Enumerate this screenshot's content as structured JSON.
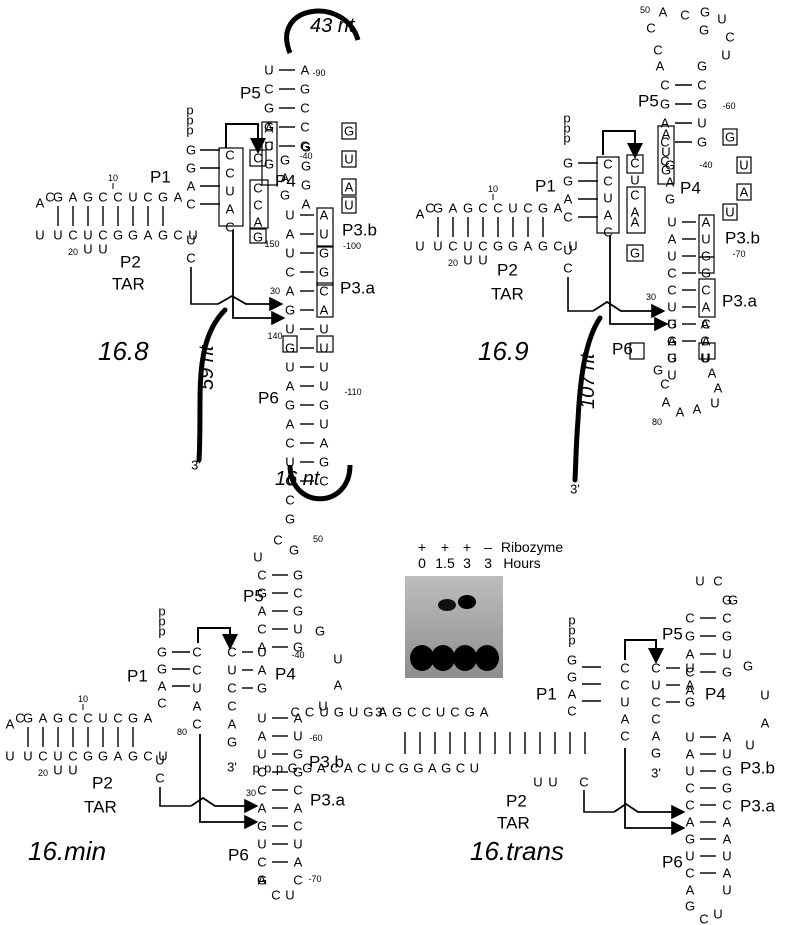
{
  "panels": [
    {
      "id": "16.8",
      "title": "16.8",
      "helices": [
        "P5",
        "P1",
        "P4",
        "P3.b",
        "P3.a",
        "P6",
        "P2",
        "TAR"
      ],
      "loops": [
        "43 nt",
        "16 nt",
        "59 nt"
      ],
      "numbers": [
        "10",
        "20",
        "30",
        "-40",
        "-90",
        "-100",
        "140",
        "150",
        "-110"
      ],
      "ends": [
        "3'"
      ]
    },
    {
      "id": "16.9",
      "title": "16.9",
      "helices": [
        "P5",
        "P1",
        "P4",
        "P3.b",
        "P3.a",
        "P6",
        "P2",
        "TAR"
      ],
      "loops": [
        "107 nt"
      ],
      "numbers": [
        "10",
        "20",
        "30",
        "-40",
        "50",
        "-60",
        "-70",
        "80"
      ],
      "ends": [
        "3'"
      ]
    },
    {
      "id": "16.min",
      "title": "16.min",
      "helices": [
        "P5",
        "P1",
        "P4",
        "P3.b",
        "P3.a",
        "P6",
        "P2",
        "TAR"
      ],
      "numbers": [
        "10",
        "20",
        "30",
        "-40",
        "50",
        "-60",
        "-70",
        "80"
      ],
      "ends": [
        "3'"
      ]
    },
    {
      "id": "16.trans",
      "title": "16.trans",
      "helices": [
        "P5",
        "P1",
        "P4",
        "P3.b",
        "P3.a",
        "P6",
        "P2",
        "TAR"
      ],
      "ends": [
        "3'",
        "3'"
      ],
      "strand_top": "CCUGUGAGCCUCGA",
      "strand_bottom": "pppGGACACUCGGAGCU"
    }
  ],
  "gel": {
    "row1_labels": [
      "+",
      "+",
      "+",
      "–"
    ],
    "row1_caption": "Ribozyme",
    "row2_labels": [
      "0",
      "1.5",
      "3",
      "3"
    ],
    "row2_caption": "Hours"
  }
}
